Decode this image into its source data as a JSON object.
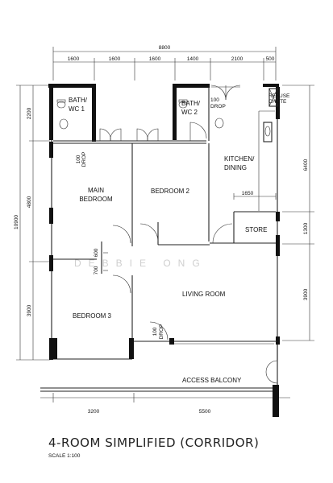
{
  "rooms": {
    "bath1": [
      "BATH/",
      "WC 1"
    ],
    "bath2": [
      "BATH/",
      "WC 2"
    ],
    "refuse": [
      "REFUSE",
      "CHUTE"
    ],
    "kitchen": [
      "KITCHEN/",
      "DINING"
    ],
    "main_bedroom": [
      "MAIN",
      "BEDROOM"
    ],
    "bedroom2": "BEDROOM 2",
    "bedroom3": "BEDROOM 3",
    "store": "STORE",
    "living": "LIVING ROOM",
    "balcony": "ACCESS BALCONY"
  },
  "drops": {
    "bath2_drop": [
      "100",
      "DROP"
    ],
    "corridor_drop": [
      "100",
      "DROP"
    ],
    "living_drop": [
      "100",
      "DROP"
    ]
  },
  "dimensions": {
    "top_total": "8800",
    "top_segments": [
      "1600",
      "1600",
      "1600",
      "1400",
      "2100",
      "500"
    ],
    "left_total": "10900",
    "left_segments": [
      "2200",
      "4800",
      "3900"
    ],
    "right_segments": [
      "6400",
      "1300",
      "3900"
    ],
    "store_width": "1650",
    "bottom_segments": [
      "3200",
      "5500"
    ],
    "door_600": "600",
    "door_700": "700"
  },
  "watermark": "DEBBIE ONG",
  "title": "4-ROOM SIMPLIFIED (CORRIDOR)",
  "scale": "SCALE   1:100"
}
